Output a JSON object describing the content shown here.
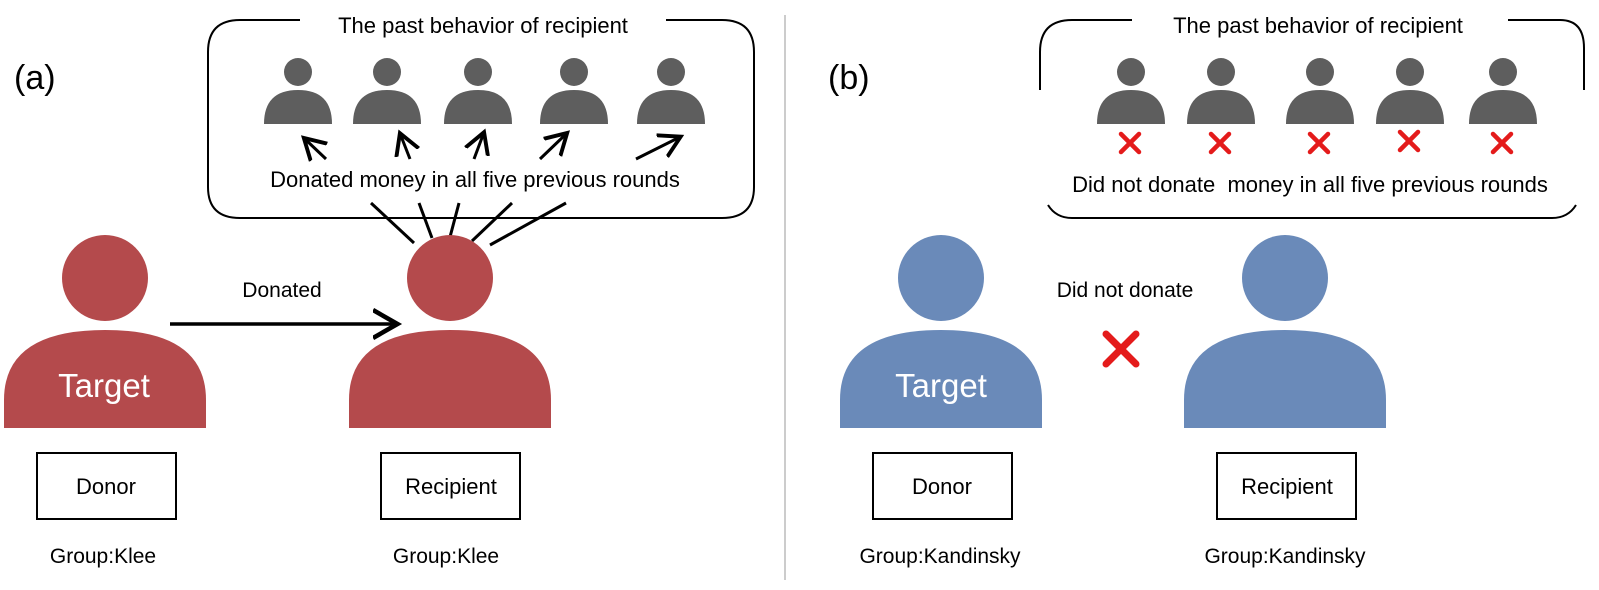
{
  "colors": {
    "red_person": "#b44a4c",
    "blue_person": "#6a8ab9",
    "grey_person": "#5e5e5e",
    "cross": "#e41b1b",
    "divider": "#cccccc"
  },
  "panel_a": {
    "label": "(a)",
    "history_title": "The past behavior of recipient",
    "history_caption": "Donated money in all five previous rounds",
    "action_label": "Donated",
    "target_label": "Target",
    "donor_label": "Donor",
    "recipient_label": "Recipient",
    "donor_group": "Group:Klee",
    "recipient_group": "Group:Klee"
  },
  "panel_b": {
    "label": "(b)",
    "history_title": "The past behavior of recipient",
    "history_caption": "Did not donate  money in all five previous rounds",
    "action_label": "Did not donate",
    "target_label": "Target",
    "donor_label": "Donor",
    "recipient_label": "Recipient",
    "donor_group": "Group:Kandinsky",
    "recipient_group": "Group:Kandinsky"
  }
}
